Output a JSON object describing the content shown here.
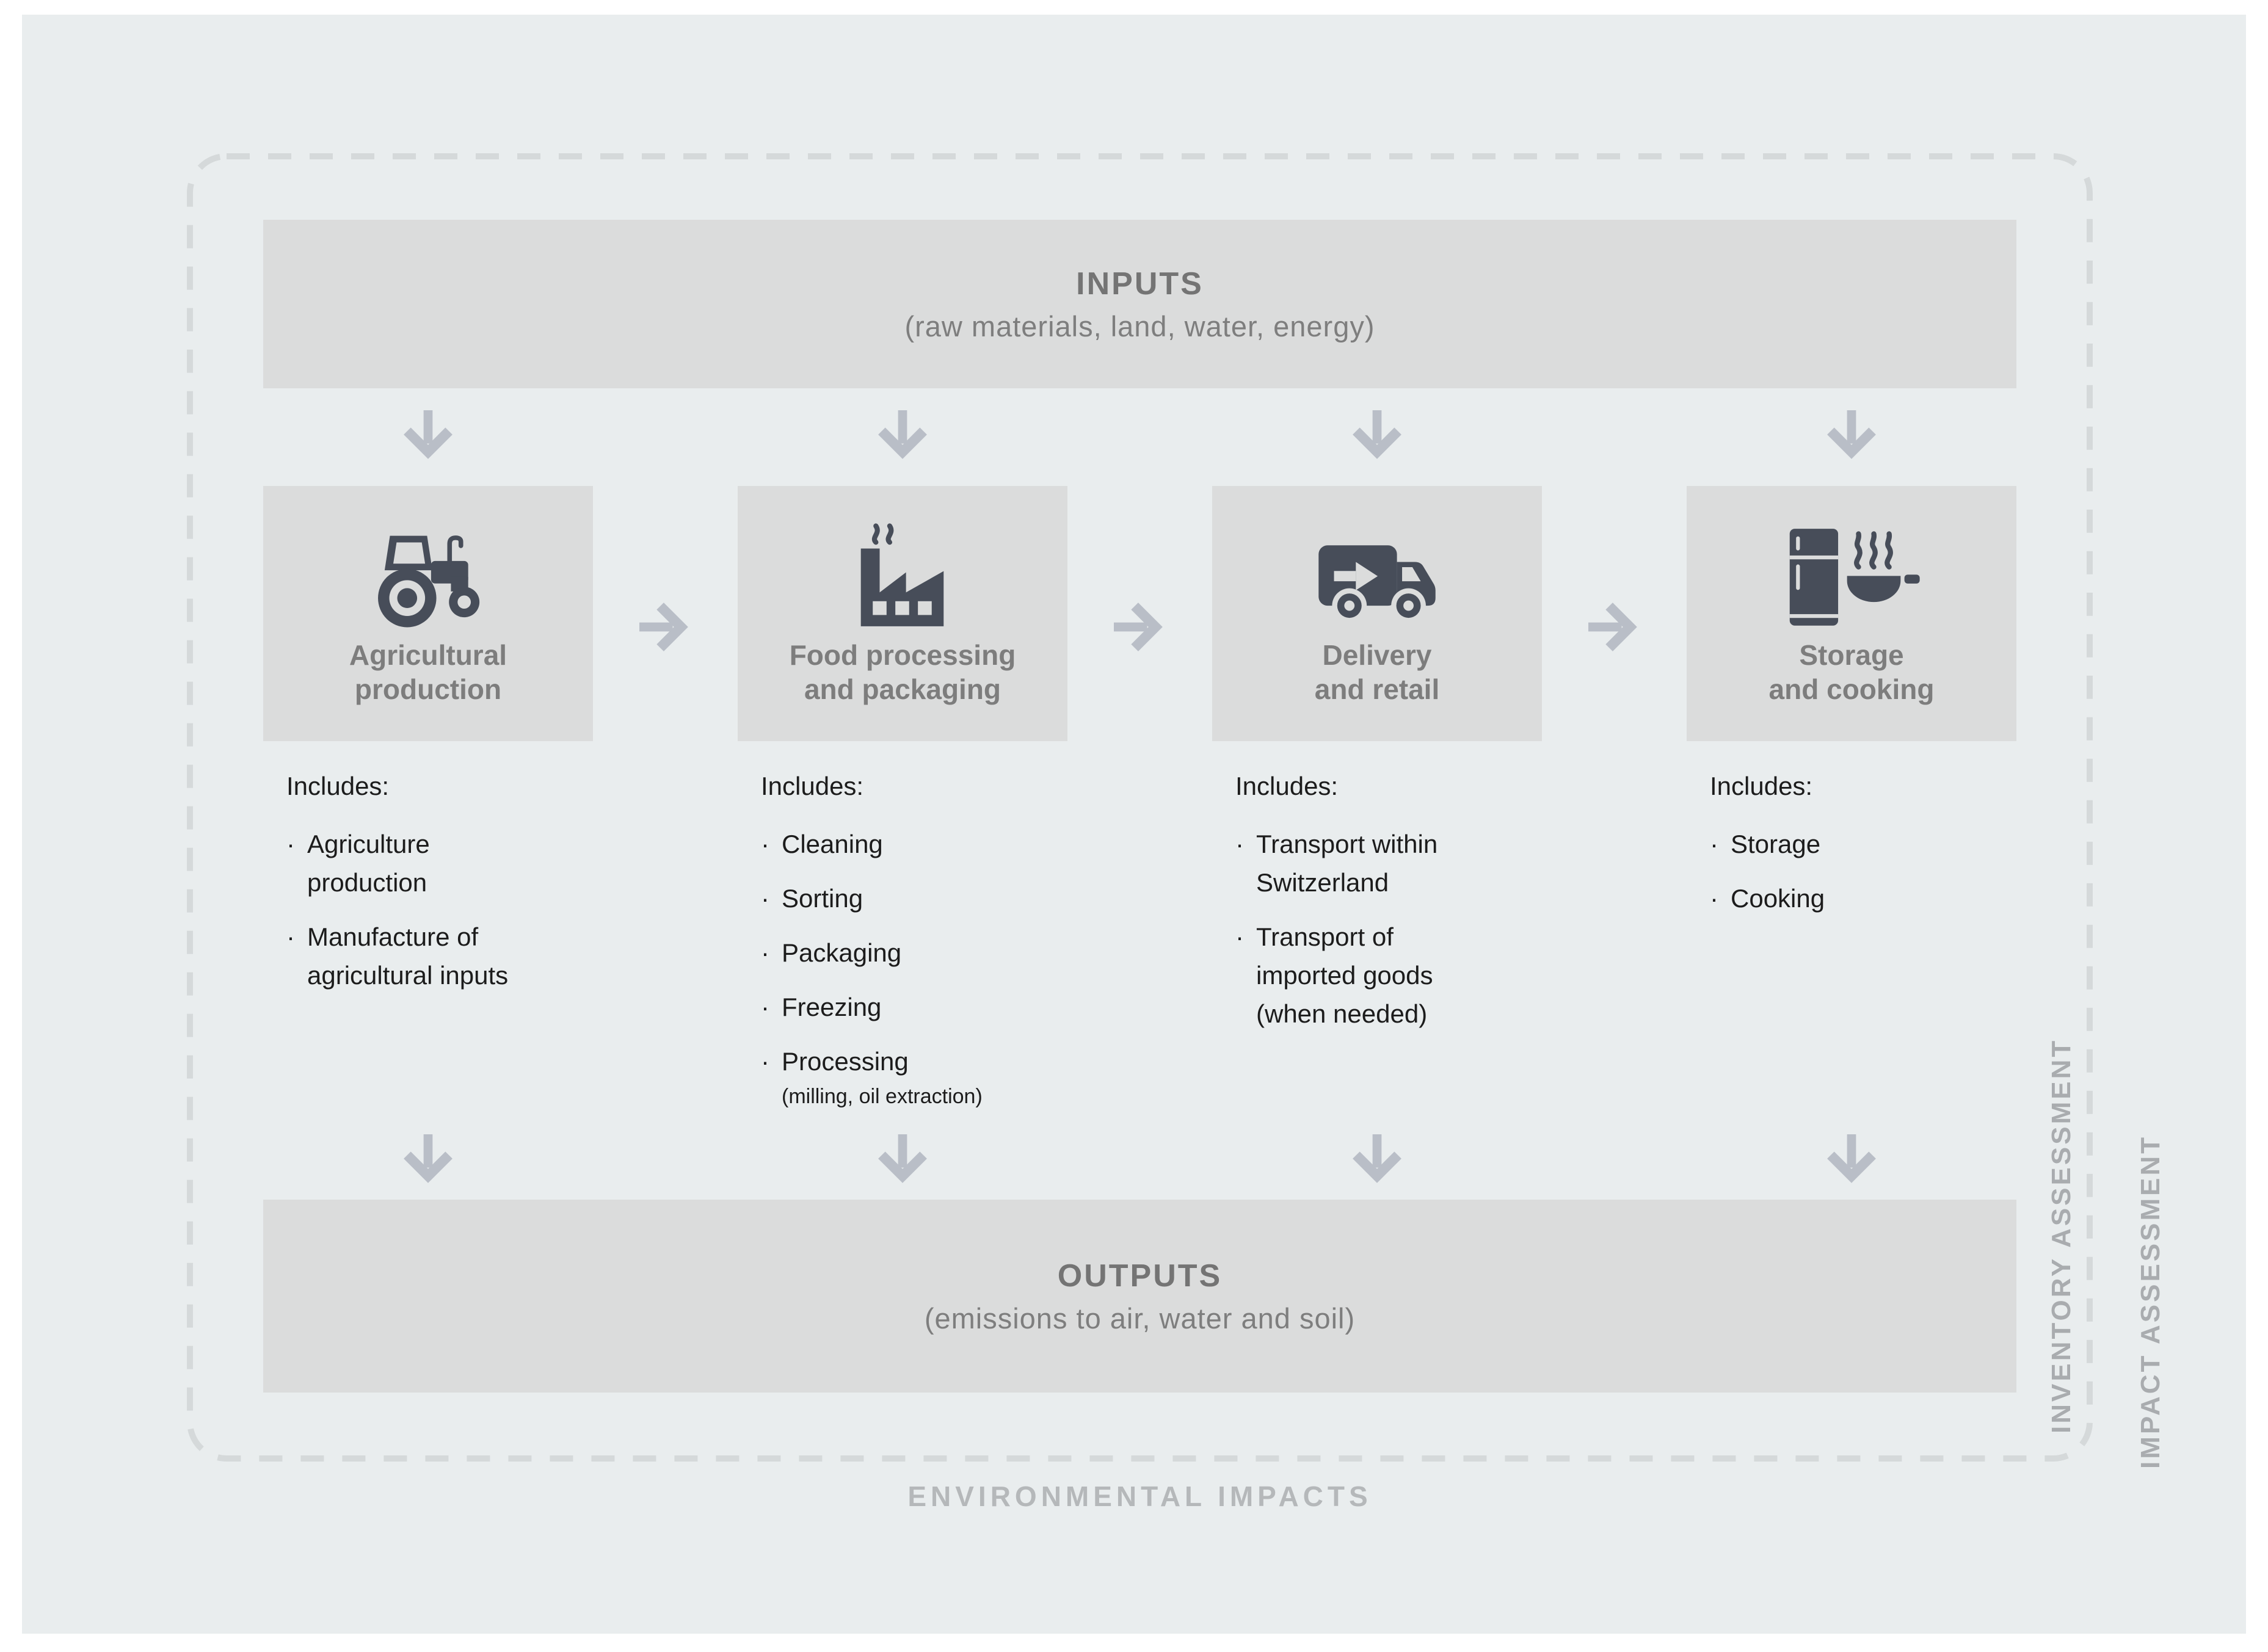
{
  "bullet": "·",
  "inputs_bar": {
    "title": "INPUTS",
    "subtitle": "(raw materials, land, water, energy)"
  },
  "outputs_bar": {
    "title": "OUTPUTS",
    "subtitle": "(emissions to air, water and soil)"
  },
  "stages": [
    {
      "label": "Agricultural\nproduction",
      "icon": "tractor-icon",
      "includes_label": "Includes:",
      "items": [
        {
          "text": "Agriculture\nproduction"
        },
        {
          "text": "Manufacture of\nagricultural inputs"
        }
      ]
    },
    {
      "label": "Food processing\nand packaging",
      "icon": "factory-icon",
      "includes_label": "Includes:",
      "items": [
        {
          "text": "Cleaning"
        },
        {
          "text": "Sorting"
        },
        {
          "text": "Packaging"
        },
        {
          "text": "Freezing"
        },
        {
          "text": "Processing",
          "note": "(milling, oil extraction)"
        }
      ]
    },
    {
      "label": "Delivery\nand retail",
      "icon": "delivery-truck-icon",
      "includes_label": "Includes:",
      "items": [
        {
          "text": "Transport within\nSwitzerland"
        },
        {
          "text": "Transport of\nimported goods\n(when needed)"
        }
      ]
    },
    {
      "label": "Storage\nand cooking",
      "icon": "fridge-and-pan-icon",
      "includes_label": "Includes:",
      "items": [
        {
          "text": "Storage"
        },
        {
          "text": "Cooking"
        }
      ]
    }
  ],
  "side_labels": {
    "inventory": "INVENTORY ASSESSMENT",
    "impact": "IMPACT ASSESSMENT"
  },
  "footer": "ENVIRONMENTAL IMPACTS",
  "colors": {
    "panel": "#e9edee",
    "box": "#dbdcdc",
    "arrow": "#b9bec7",
    "icon": "#474d59",
    "stage_label": "#7d7d7d",
    "dark_text": "#1c1c1c",
    "footer_text": "#b5b8ba",
    "side_text": "#a9acaf",
    "dash": "#d5d9da"
  }
}
